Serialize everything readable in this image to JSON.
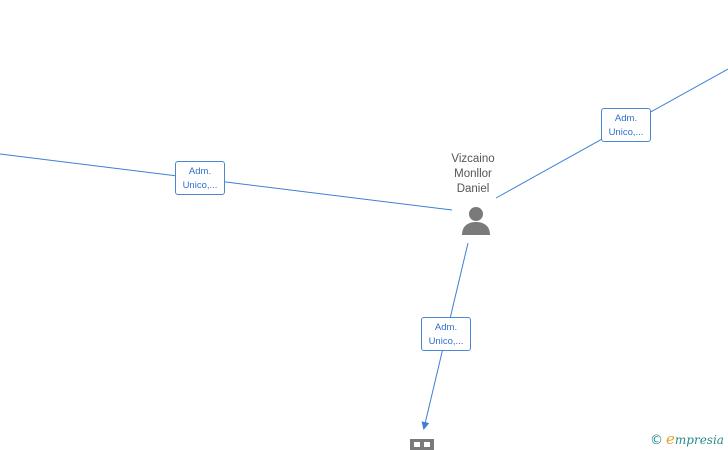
{
  "person": {
    "name": "Vizcaino\nMonllor\nDaniel",
    "icon": "person-icon"
  },
  "company": {
    "icon": "building-icon"
  },
  "edges": [
    {
      "label": "Adm.\nUnico,..."
    },
    {
      "label": "Adm.\nUnico,..."
    },
    {
      "label": "Adm.\nUnico,..."
    }
  ],
  "colors": {
    "edge": "#3d7fd6",
    "label_text": "#2f6fcc",
    "node_icon": "#7a7a7a"
  },
  "watermark": {
    "symbol": "©",
    "first_letter": "e",
    "rest": "mpresia"
  }
}
